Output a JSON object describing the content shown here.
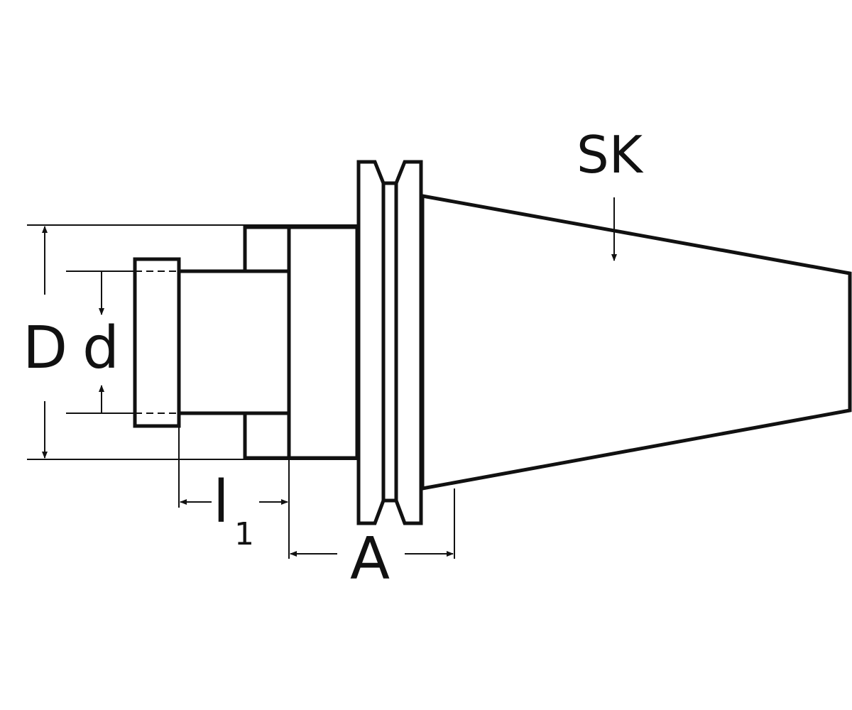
{
  "labels": {
    "outer_diameter": "D",
    "inner_diameter": "d",
    "length_main": "l",
    "length_sub": "1",
    "overall": "A",
    "taper": "SK"
  },
  "colors": {
    "line": "#111111",
    "background": "#ffffff"
  }
}
